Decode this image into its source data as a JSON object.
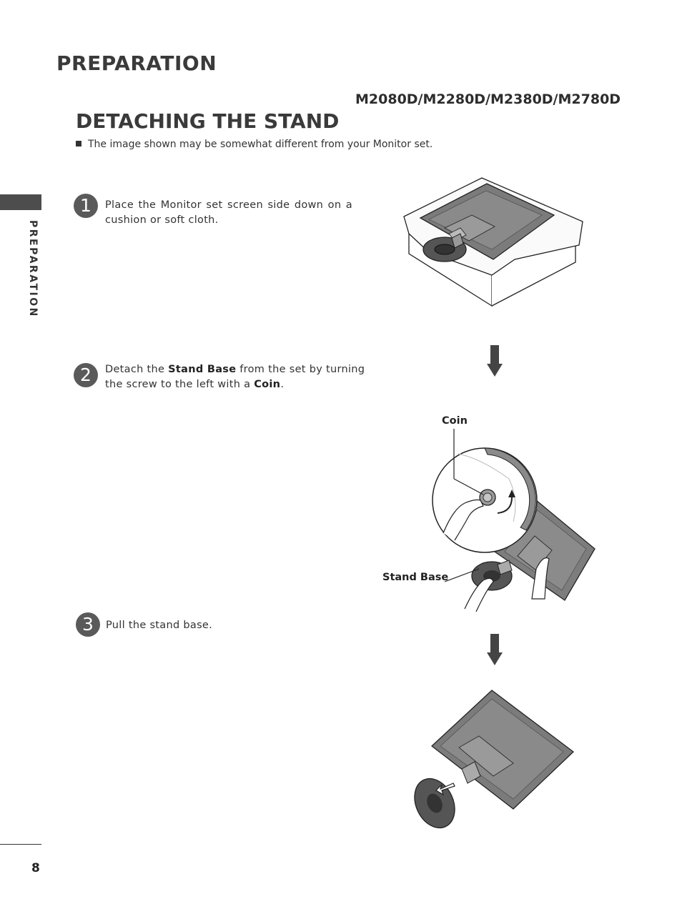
{
  "header": {
    "section_title": "PREPARATION",
    "models": "M2080D/M2280D/M2380D/M2780D",
    "heading": "DETACHING THE STAND",
    "note": "The image shown may be somewhat different from your Monitor set."
  },
  "sidebar": {
    "label": "PREPARATION"
  },
  "steps": [
    {
      "number": "1",
      "text": "Place the Monitor set screen side down on a cushion or soft cloth."
    },
    {
      "number": "2",
      "text_before": "Detach the ",
      "bold_1": "Stand Base",
      "text_mid": " from the set by turning the screw to the left with a ",
      "bold_2": "Coin",
      "text_after": "."
    },
    {
      "number": "3",
      "text": "Pull the stand base."
    }
  ],
  "callouts": {
    "coin": "Coin",
    "stand_base": "Stand Base"
  },
  "footer": {
    "page_number": "8"
  },
  "colors": {
    "step_circle": "#5a5a5a",
    "side_tab": "#4d4d4d",
    "monitor_back": "#7d7d7d"
  }
}
